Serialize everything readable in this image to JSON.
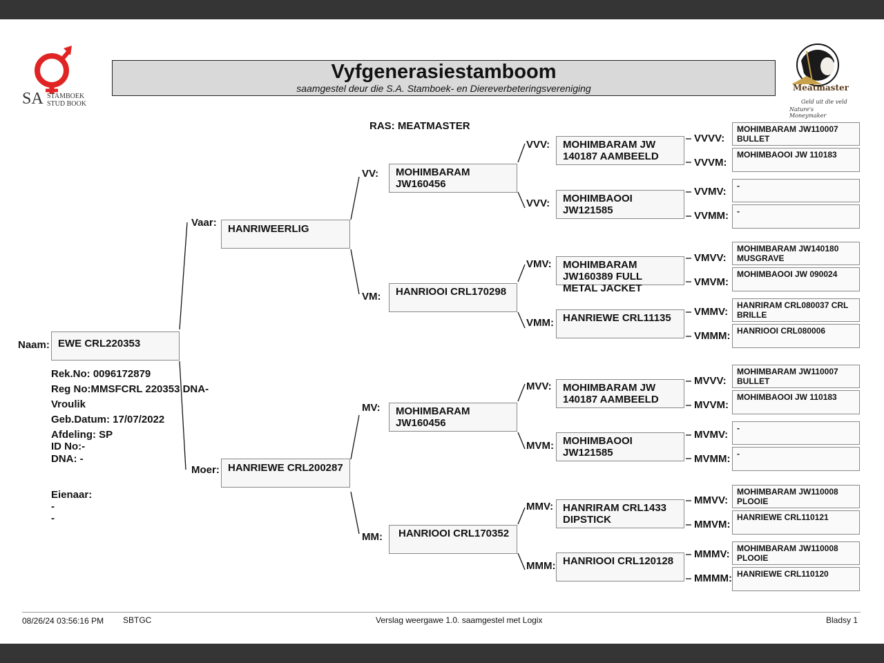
{
  "title": "Vyfgenerasiestamboom",
  "subtitle": "saamgestel deur die S.A. Stamboek- en Diereverbeteringsvereniging",
  "logo_left": {
    "line1": "STAMBOEK",
    "line2": "STUD BOOK",
    "mark": "SA"
  },
  "logo_right": {
    "brand": "Meatmaster",
    "tag1": "Geld uit die veld",
    "tag2": "Nature's Moneymaker"
  },
  "breed": "RAS: MEATMASTER",
  "animal": {
    "name_label": "Naam:",
    "name": "EWE CRL220353",
    "rek_no": "Rek.No: 0096172879",
    "reg_no": "Reg No:MMSFCRL 220353 DNA-",
    "sex": "Vroulik",
    "birth_date": "Geb.Datum: 17/07/2022",
    "section": "Afdeling: SP",
    "id_no": "ID No:-",
    "dna": "DNA: -",
    "owner_label": "Eienaar:",
    "owner1": "-",
    "owner2": "-"
  },
  "gen1": {
    "sire": {
      "label": "Vaar:",
      "name": "HANRIWEERLIG"
    },
    "dam": {
      "label": "Moer:",
      "name": "HANRIEWE CRL200287"
    }
  },
  "gen2": {
    "vv": {
      "label": "VV:",
      "name": "MOHIMBARAM JW160456"
    },
    "vm": {
      "label": "VM:",
      "name": "HANRIOOI CRL170298"
    },
    "mv": {
      "label": "MV:",
      "name": "MOHIMBARAM JW160456"
    },
    "mm": {
      "label": "MM:",
      "name": "HANRIOOI CRL170352"
    }
  },
  "gen3": {
    "vvv": {
      "label": "VVV:",
      "name": "MOHIMBARAM JW 140187 AAMBEELD"
    },
    "vvm": {
      "label": "VVV:",
      "name": "MOHIMBAOOI JW121585"
    },
    "vmv": {
      "label": "VMV:",
      "name": "MOHIMBARAM JW160389 FULL METAL JACKET"
    },
    "vmm": {
      "label": "VMM:",
      "name": "HANRIEWE CRL11135"
    },
    "mvv": {
      "label": "MVV:",
      "name": "MOHIMBARAM JW 140187 AAMBEELD"
    },
    "mvm": {
      "label": "MVM:",
      "name": "MOHIMBAOOI JW121585"
    },
    "mmv": {
      "label": "MMV:",
      "name": "HANRIRAM CRL1433 DIPSTICK"
    },
    "mmm": {
      "label": "MMM:",
      "name": "HANRIOOI CRL120128"
    }
  },
  "gen4": [
    {
      "label": "VVVV:",
      "name": "MOHIMBARAM JW110007 BULLET"
    },
    {
      "label": "VVVM:",
      "name": "MOHIMBAOOI JW 110183"
    },
    {
      "label": "VVMV:",
      "name": "-"
    },
    {
      "label": "VVMM:",
      "name": "-"
    },
    {
      "label": "VMVV:",
      "name": "MOHIMBARAM JW140180 MUSGRAVE"
    },
    {
      "label": "VMVM:",
      "name": "MOHIMBAOOI JW 090024"
    },
    {
      "label": "VMMV:",
      "name": "HANRIRAM CRL080037 CRL BRILLE"
    },
    {
      "label": "VMMM:",
      "name": "HANRIOOI CRL080006"
    },
    {
      "label": "MVVV:",
      "name": "MOHIMBARAM JW110007 BULLET"
    },
    {
      "label": "MVVM:",
      "name": "MOHIMBAOOI JW 110183"
    },
    {
      "label": "MVMV:",
      "name": "-"
    },
    {
      "label": "MVMM:",
      "name": "-"
    },
    {
      "label": "MMVV:",
      "name": "MOHIMBARAM JW110008 PLOOIE"
    },
    {
      "label": "MMVM:",
      "name": "HANRIEWE CRL110121"
    },
    {
      "label": "MMMV:",
      "name": "MOHIMBARAM JW110008 PLOOIE"
    },
    {
      "label": "MMMM:",
      "name": "HANRIEWE CRL110120"
    }
  ],
  "footer": {
    "datetime": "08/26/24 03:56:16 PM",
    "code": "SBTGC",
    "report": "Verslag weergawe 1.0. saamgestel met Logix",
    "page": "Bladsy 1"
  }
}
